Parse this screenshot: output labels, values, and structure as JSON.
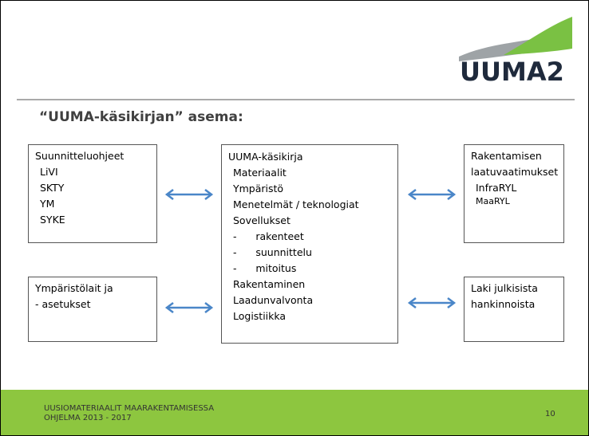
{
  "logo": {
    "text": "UUMA2"
  },
  "heading": "“UUMA-käsikirjan” asema:",
  "boxes": {
    "suunnittelu": {
      "lines": [
        "Suunnitteluohjeet",
        "LiVI",
        "SKTY",
        "YM",
        "SYKE"
      ]
    },
    "ymparistolait": {
      "lines": [
        "Ympäristölait ja",
        "- asetukset"
      ]
    },
    "kasikirja": {
      "lines": [
        "UUMA-käsikirja",
        "Materiaalit",
        "Ympäristö",
        "Menetelmät / teknologiat",
        "Sovellukset",
        "-      rakenteet",
        "-      suunnittelu",
        "-      mitoitus",
        "Rakentaminen",
        "Laadunvalvonta",
        "Logistiikka"
      ]
    },
    "rakentamisen": {
      "lines": [
        "Rakentamisen",
        "laatuvaatimukset",
        "InfraRYL",
        "MaaRYL"
      ]
    },
    "laki": {
      "lines": [
        "Laki julkisista",
        "hankinnoista"
      ]
    }
  },
  "footer": {
    "line1": "UUSIOMATERIAALIT MAARAKENTAMISESSA",
    "line2": "OHJELMA 2013 - 2017",
    "page": "10"
  },
  "colors": {
    "accent_green": "#8dc63f",
    "arrow_blue": "#4a86c8",
    "logo_gray": "#9ea3a6",
    "logo_green": "#7ac143",
    "logo_text": "#1f2a3c"
  }
}
